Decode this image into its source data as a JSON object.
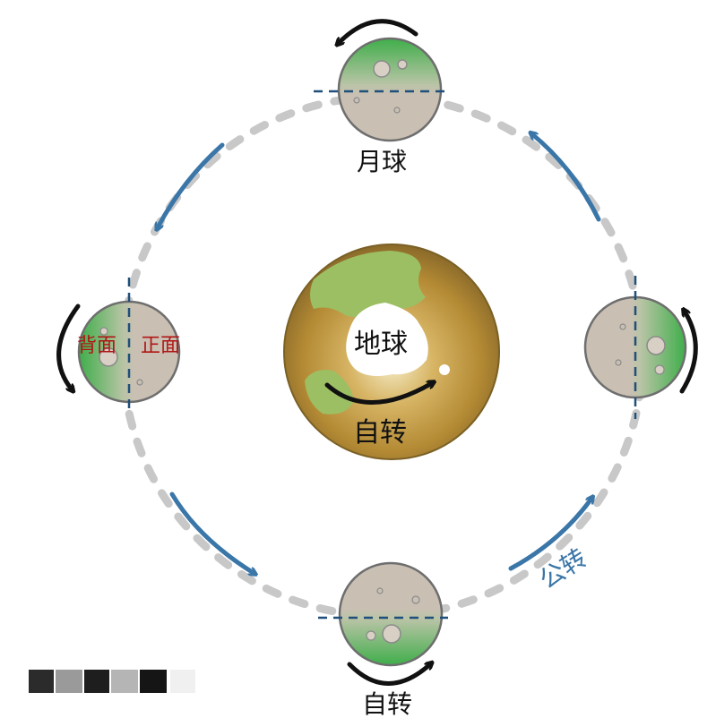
{
  "labels": {
    "earth": "地球",
    "earth_rotation": "自转",
    "moon": "月球",
    "far_side": "背面",
    "near_side": "正面",
    "revolution": "公转",
    "moon_rotation": "自转"
  },
  "colors": {
    "orbit": "#c8c8c8",
    "revolution_arrow": "#3a76a8",
    "rotation_arrow": "#111111",
    "moon_gray": "#c9c0b3",
    "moon_green": "#3fae4a",
    "moon_outline": "#6e6e6e",
    "earth_brown": "#b48a34",
    "earth_land": "#9cbf63",
    "earth_ice": "#ffffff",
    "side_label": "#b01515",
    "divider": "#1f4f7a"
  },
  "icons": {
    "earth": "earth-globe",
    "moon": "moon-disc",
    "revolution": "curved-arrow-counterclockwise",
    "rotation": "curved-arrow"
  }
}
